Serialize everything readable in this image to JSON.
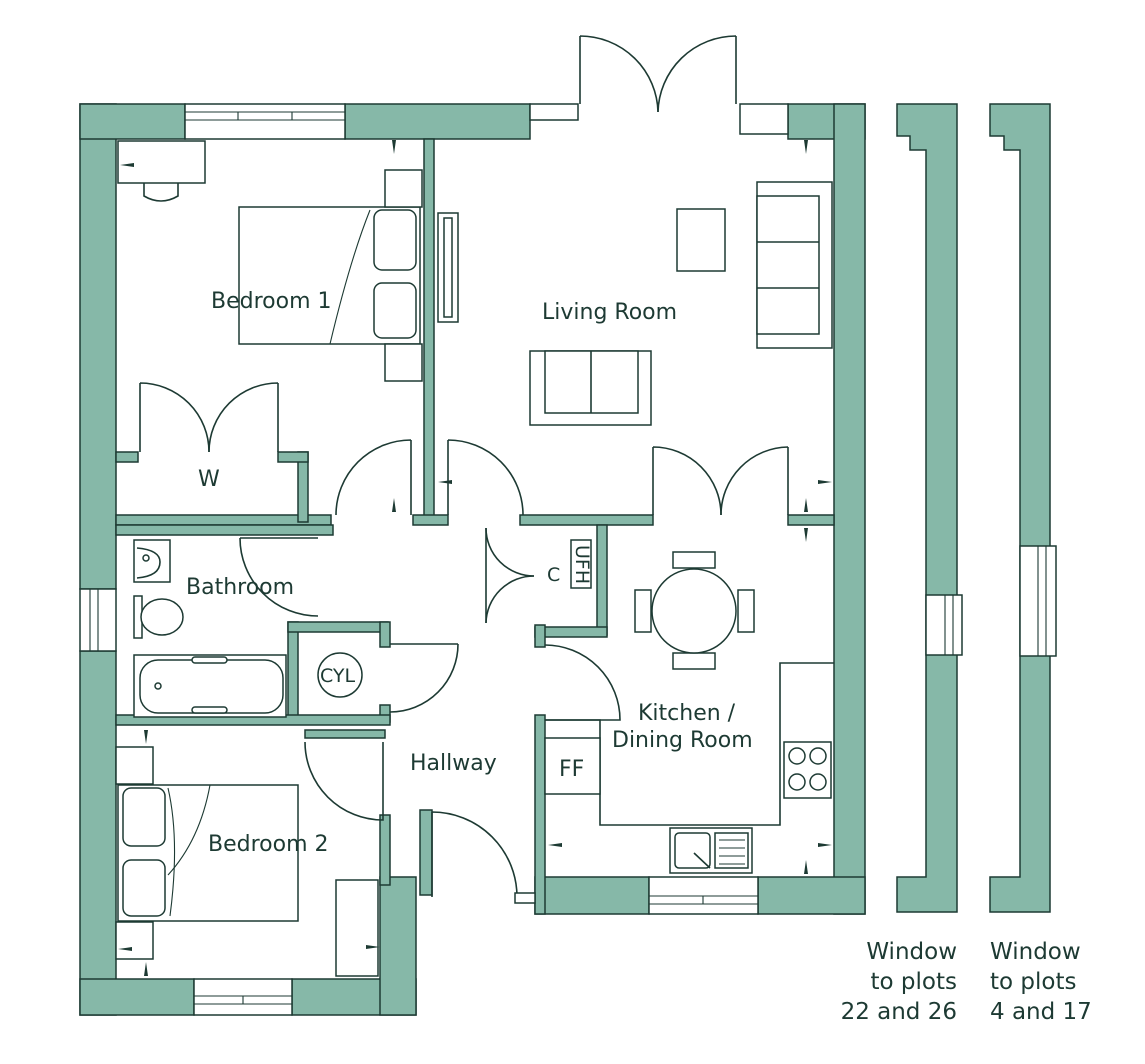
{
  "rooms": {
    "bedroom1": "Bedroom 1",
    "living_room": "Living Room",
    "wardrobe": "W",
    "bathroom": "Bathroom",
    "cupboard": "C",
    "ufh": "UFH",
    "kitchen_line1": "Kitchen /",
    "kitchen_line2": "Dining Room",
    "cylinder": "CYL",
    "hallway": "Hallway",
    "fridge_freezer": "FF",
    "bedroom2": "Bedroom 2"
  },
  "window_notes": [
    {
      "line1": "Window",
      "line2": "to plots",
      "line3": "22 and 26"
    },
    {
      "line1": "Window",
      "line2": "to plots",
      "line3": "4 and 17"
    }
  ],
  "colors": {
    "wall_fill": "#86b8a8",
    "line": "#1d3a33",
    "background": "#ffffff"
  }
}
